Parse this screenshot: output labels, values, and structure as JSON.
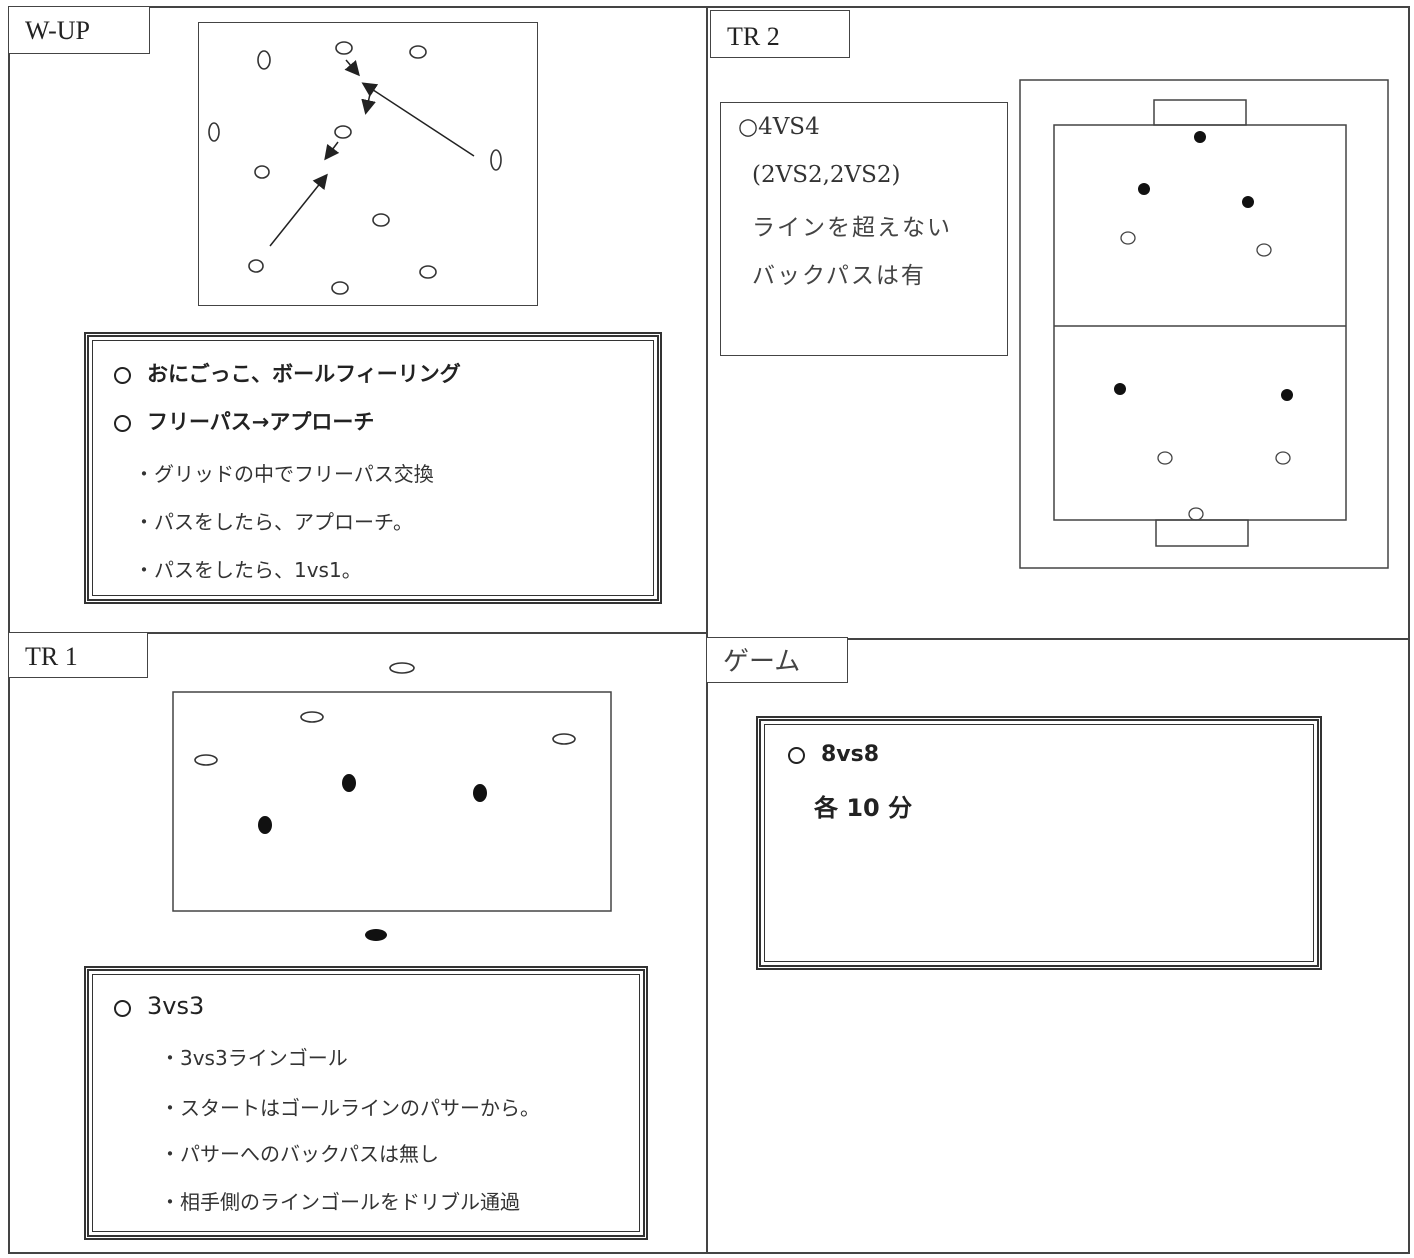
{
  "sections": {
    "wup": {
      "tag": "W-UP",
      "lines": [
        "おにごっこ、ボールフィーリング",
        "フリーパス→アプローチ"
      ],
      "details": [
        "・グリッドの中でフリーパス交換",
        "・パスをしたら、アプローチ。",
        "・パスをしたら、1vs1。"
      ]
    },
    "tr2": {
      "tag": "TR 2",
      "lines": [
        "○4VS4",
        "(2VS2,2VS2)",
        "ラインを超えない",
        "バックパスは有"
      ]
    },
    "tr1": {
      "tag": "TR 1",
      "lines": [
        "3vs3"
      ],
      "details": [
        "・3vs3ラインゴール",
        "・スタートはゴールラインのパサーから。",
        "・パサーへのバックパスは無し",
        "・相手側のラインゴールをドリブル通過"
      ]
    },
    "game": {
      "tag": "ゲーム",
      "lines": [
        "8vs8",
        "各 10 分"
      ]
    }
  }
}
